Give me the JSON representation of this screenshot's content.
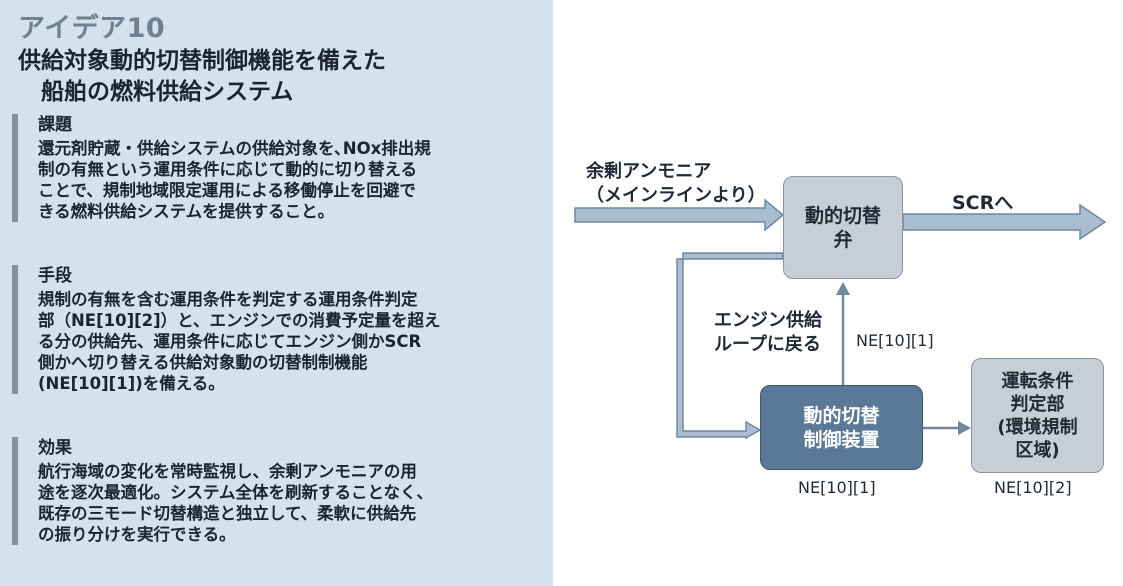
{
  "left": {
    "idea_label": "アイデア10",
    "title": "供給対象動的切替制御機能を備えた\n　船舶の燃料供給システム",
    "issue": {
      "heading": "課題",
      "body": "還元剤貯蔵・供給システムの供給対象を､NOx排出規\n制の有無という運用条件に応じて動的に切り替える\nことで、規制地域限定運用による移働停止を回避で\nきる燃料供給システムを提供すること。"
    },
    "means": {
      "heading": "手段",
      "body": "規制の有無を含む運用条件を判定する運用条件判定\n部（NE[10][2]）と、エンジンでの消費予定量を超え\nる分の供給先、運用条件に応じてエンジン側かSCR\n側かへ切り替える供給対象動の切替制制機能\n(NE[10][1])を備える。"
    },
    "effect": {
      "heading": "効果",
      "body": "航行海域の変化を常時監視し、余剰アンモニアの用\n途を逐次最適化。システム全体を刷新することなく、\n既存の三モード切替構造と独立して、柔軟に供給先\nの振り分けを実行できる。"
    }
  },
  "diagram": {
    "input_label": "余剰アンモニア\n（メインラインより）",
    "valve_label": "動的切替\n弁",
    "output_label": "SCRへ",
    "loop_label": "エンジン供給\nループに戻る",
    "controller_label": "動的切替\n制御装置",
    "judge_label": "運転条件\n判定部\n(環境規制\n区域)",
    "ne_valve": "NE[10][1]",
    "ne_controller": "NE[10][1]",
    "ne_judge": "NE[10][2]"
  },
  "colors": {
    "panel_bg": "#d3e2ec",
    "arrow_fill": "#a9bdd0",
    "arrow_stroke": "#6e88a0",
    "controller_box": "#5a7897",
    "gray_box": "#c8ced5"
  }
}
